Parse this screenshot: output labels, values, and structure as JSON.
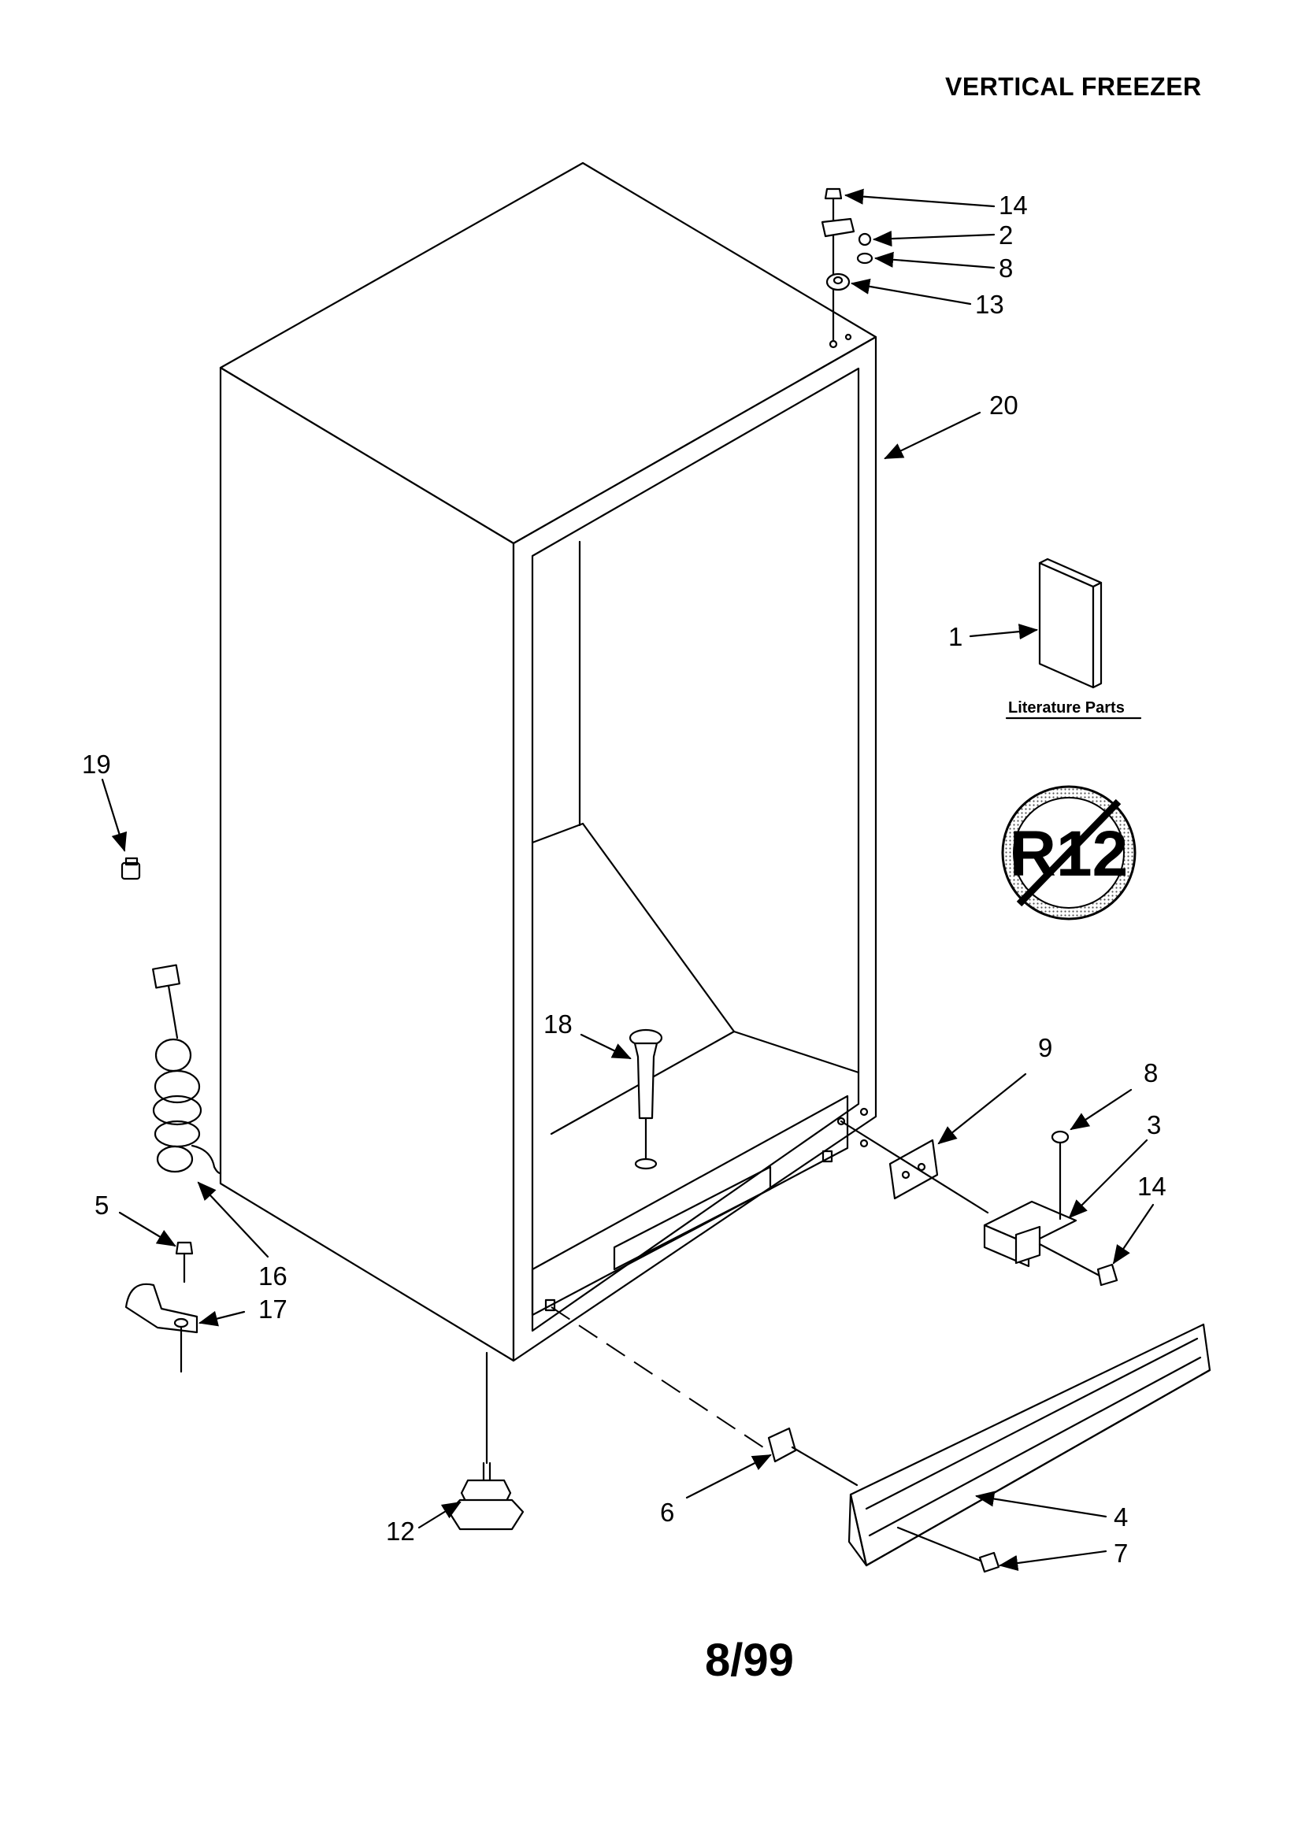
{
  "title": "VERTICAL FREEZER",
  "footer": "8/99",
  "literature_label": "Literature Parts",
  "badge_text": "R12",
  "callouts": {
    "c14_top": "14",
    "c2": "2",
    "c8_top": "8",
    "c13": "13",
    "c20": "20",
    "c1": "1",
    "c19": "19",
    "c18": "18",
    "c9": "9",
    "c8_right": "8",
    "c3": "3",
    "c14_right": "14",
    "c5": "5",
    "c16": "16",
    "c17": "17",
    "c12": "12",
    "c6": "6",
    "c4": "4",
    "c7": "7"
  }
}
